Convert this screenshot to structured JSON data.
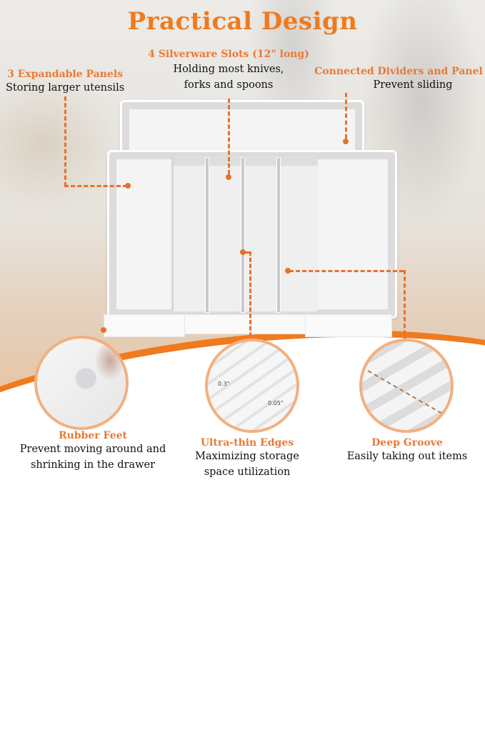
{
  "title": "Practical Design",
  "features": {
    "panels": {
      "heading": "3 Expandable Panels",
      "desc": "Storing larger utensils"
    },
    "slots": {
      "heading": "4 Silverware Slots (12\" long)",
      "desc_line1": "Holding most knives,",
      "desc_line2": "forks and spoons"
    },
    "dividers": {
      "heading": "Connected Dividers and Panel",
      "desc": "Prevent sliding"
    },
    "feet": {
      "heading": "Rubber Feet",
      "desc_line1": "Prevent moving around and",
      "desc_line2": "shrinking in the drawer"
    },
    "edges": {
      "heading": "Ultra-thin Edges",
      "desc_line1": "Maximizing storage",
      "desc_line2": "space utilization",
      "dim_thick": "0.3\"",
      "dim_thin": "0.05\""
    },
    "groove": {
      "heading": "Deep Groove",
      "desc": "Easily taking out items"
    }
  },
  "colors": {
    "accent": "#f07a1e",
    "label_orange": "#e87a35",
    "circle_border": "#f2b07f",
    "text": "#111111"
  }
}
